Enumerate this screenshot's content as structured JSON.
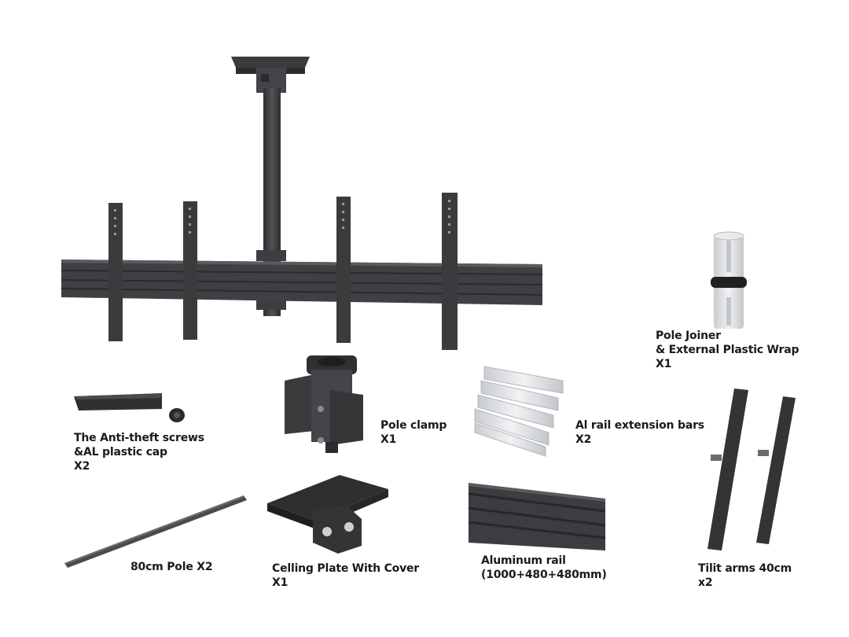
{
  "parts": [
    {
      "id": "pole_joiner",
      "name_line1": "Pole Joiner",
      "name_line2": "& External Plastic Wrap",
      "qty": "X1"
    },
    {
      "id": "anti_theft",
      "name_line1": "The Anti-theft screws",
      "name_line2": "&AL plastic cap",
      "qty": "X2"
    },
    {
      "id": "pole_clamp",
      "name_line1": "Pole clamp",
      "qty": "X1"
    },
    {
      "id": "rail_ext",
      "name_line1": "Al rail extension bars",
      "qty": "X2"
    },
    {
      "id": "pole_80",
      "name_line1": "80cm Pole X2"
    },
    {
      "id": "ceiling_plate",
      "name_line1": "Celling Plate With Cover",
      "qty": "X1"
    },
    {
      "id": "alu_rail",
      "name_line1": "Aluminum rail",
      "name_line2": "(1000+480+480mm)"
    },
    {
      "id": "tilt_arms",
      "name_line1": "Tilit arms 40cm",
      "qty": "x2"
    }
  ],
  "colors": {
    "metal_dark": "#3a3b3d",
    "metal_mid": "#4a4b4e",
    "metal_light": "#5c5d60",
    "aluminum": "#d9dcdf",
    "text": "#1a1a1a"
  }
}
